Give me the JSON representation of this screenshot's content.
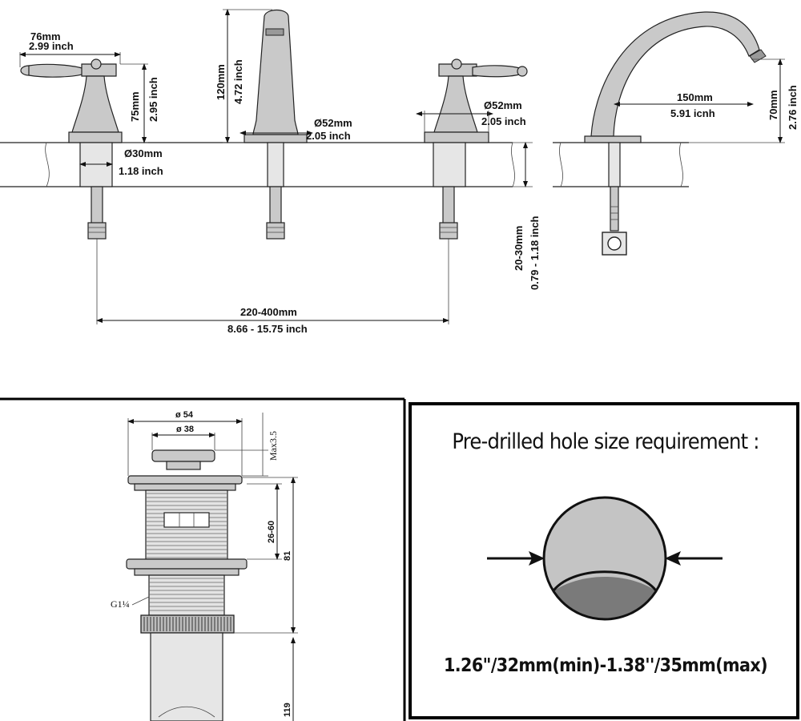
{
  "faucet_drawing": {
    "handle_width_mm": "76mm",
    "handle_width_in": "2.99 inch",
    "handle_height_mm": "75mm",
    "handle_height_in": "2.95 inch",
    "spout_height_mm": "120mm",
    "spout_height_in": "4.72 inch",
    "spout_base_dia_mm": "Ø52mm",
    "spout_base_dia_in": "2.05 inch",
    "handle_base_dia_mm": "Ø52mm",
    "handle_base_dia_in": "2.05 inch",
    "shank_dia_mm": "Ø30mm",
    "shank_dia_in": "1.18 inch",
    "deck_thickness_mm": "20-30mm",
    "deck_thickness_in": "0.79 - 1.18 inch",
    "spread_mm": "220-400mm",
    "spread_in": "8.66 - 15.75 inch",
    "reach_mm": "150mm",
    "reach_in": "5.91 icnh",
    "spout_clearance_mm": "70mm",
    "spout_clearance_in": "2.76 inch"
  },
  "drain_drawing": {
    "outer_dia": "ø 54",
    "inner_dia": "ø 38",
    "max_height": "Max3.5",
    "thread_range": "26-60",
    "total_height": "81",
    "thread_size": "G1¼",
    "tail_length": "119"
  },
  "hole_requirement": {
    "title": "Pre-drilled hole size requirement :",
    "spec": "1.26\"/32mm(min)-1.38''/35mm(max)"
  }
}
